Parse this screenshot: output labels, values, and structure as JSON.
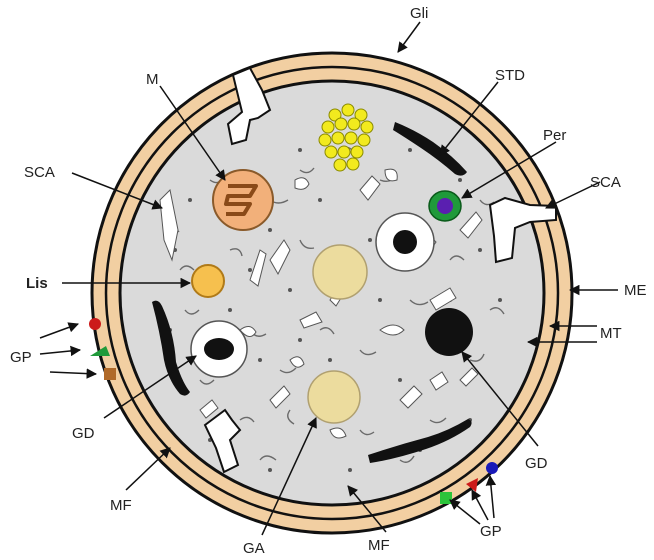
{
  "labels": {
    "gli": "Gli",
    "std": "STD",
    "m": "M",
    "per": "Per",
    "sca_left": "SCA",
    "sca_right": "SCA",
    "lis": "Lis",
    "me": "ME",
    "gp_left": "GP",
    "mt": "MT",
    "gd_left": "GD",
    "gd_right": "GD",
    "mf_left": "MF",
    "ga": "GA",
    "mf_bottom": "MF",
    "gp_bottom": "GP"
  },
  "colors": {
    "myelin": "#f2cfa2",
    "cytoplasm": "#dadada",
    "outline": "#111111",
    "glycogen": "#f2ea1e",
    "mitochondrion": "#f2b07a",
    "lysosome": "#f6c04e",
    "granule": "#ecdc9e",
    "peroxisome_outer": "#1f9a3a",
    "peroxisome_inner": "#5a1fb0",
    "gp_red": "#cc1a1a",
    "gp_green": "#1f9a3a",
    "gp_brown": "#b06a2a",
    "gp_blue": "#1a1ab8"
  }
}
